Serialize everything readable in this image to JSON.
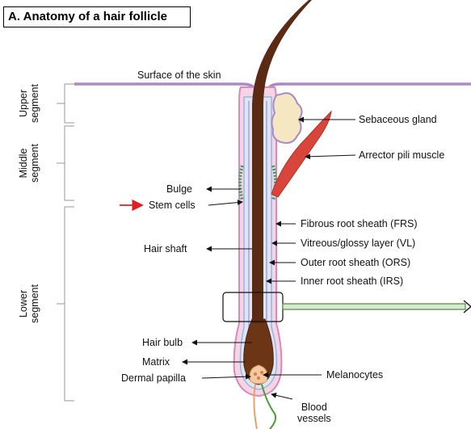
{
  "title": "A. Anatomy of a hair follicle",
  "segments": {
    "upper": "Upper segment",
    "upper_line1": "Upper",
    "upper_line2": "segment",
    "middle_line1": "Middle",
    "middle_line2": "segment",
    "lower_line1": "Lower",
    "lower_line2": "segment"
  },
  "labels": {
    "surface": "Surface of the skin",
    "sebaceous": "Sebaceous gland",
    "arrector": "Arrector pili muscle",
    "bulge": "Bulge",
    "stem_cells": "Stem cells",
    "frs": "Fibrous root sheath (FRS)",
    "hair_shaft": "Hair shaft",
    "vl": "Vitreous/glossy layer (VL)",
    "ors": "Outer root sheath (ORS)",
    "irs": "Inner root sheath (IRS)",
    "hair_bulb": "Hair bulb",
    "matrix": "Matrix",
    "dermal_papilla": "Dermal papilla",
    "melanocytes": "Melanocytes",
    "blood_line1": "Blood",
    "blood_line2": "vessels"
  },
  "colors": {
    "skin_surface": "#a98bc4",
    "outer_sheath": "#e3a6c9",
    "vitreous": "#b7c8e8",
    "hair": "#5a2a14",
    "bulb_fill": "#6b3516",
    "sebaceous_fill": "#f4e7c2",
    "muscle": "#d8453a",
    "bulge": "#3b9a5a",
    "papilla": "#f2c9a0",
    "vessels_green": "#4a9b3a",
    "highlight_arrow": "#e02020",
    "magnify_arrow": "#6aa84f"
  }
}
